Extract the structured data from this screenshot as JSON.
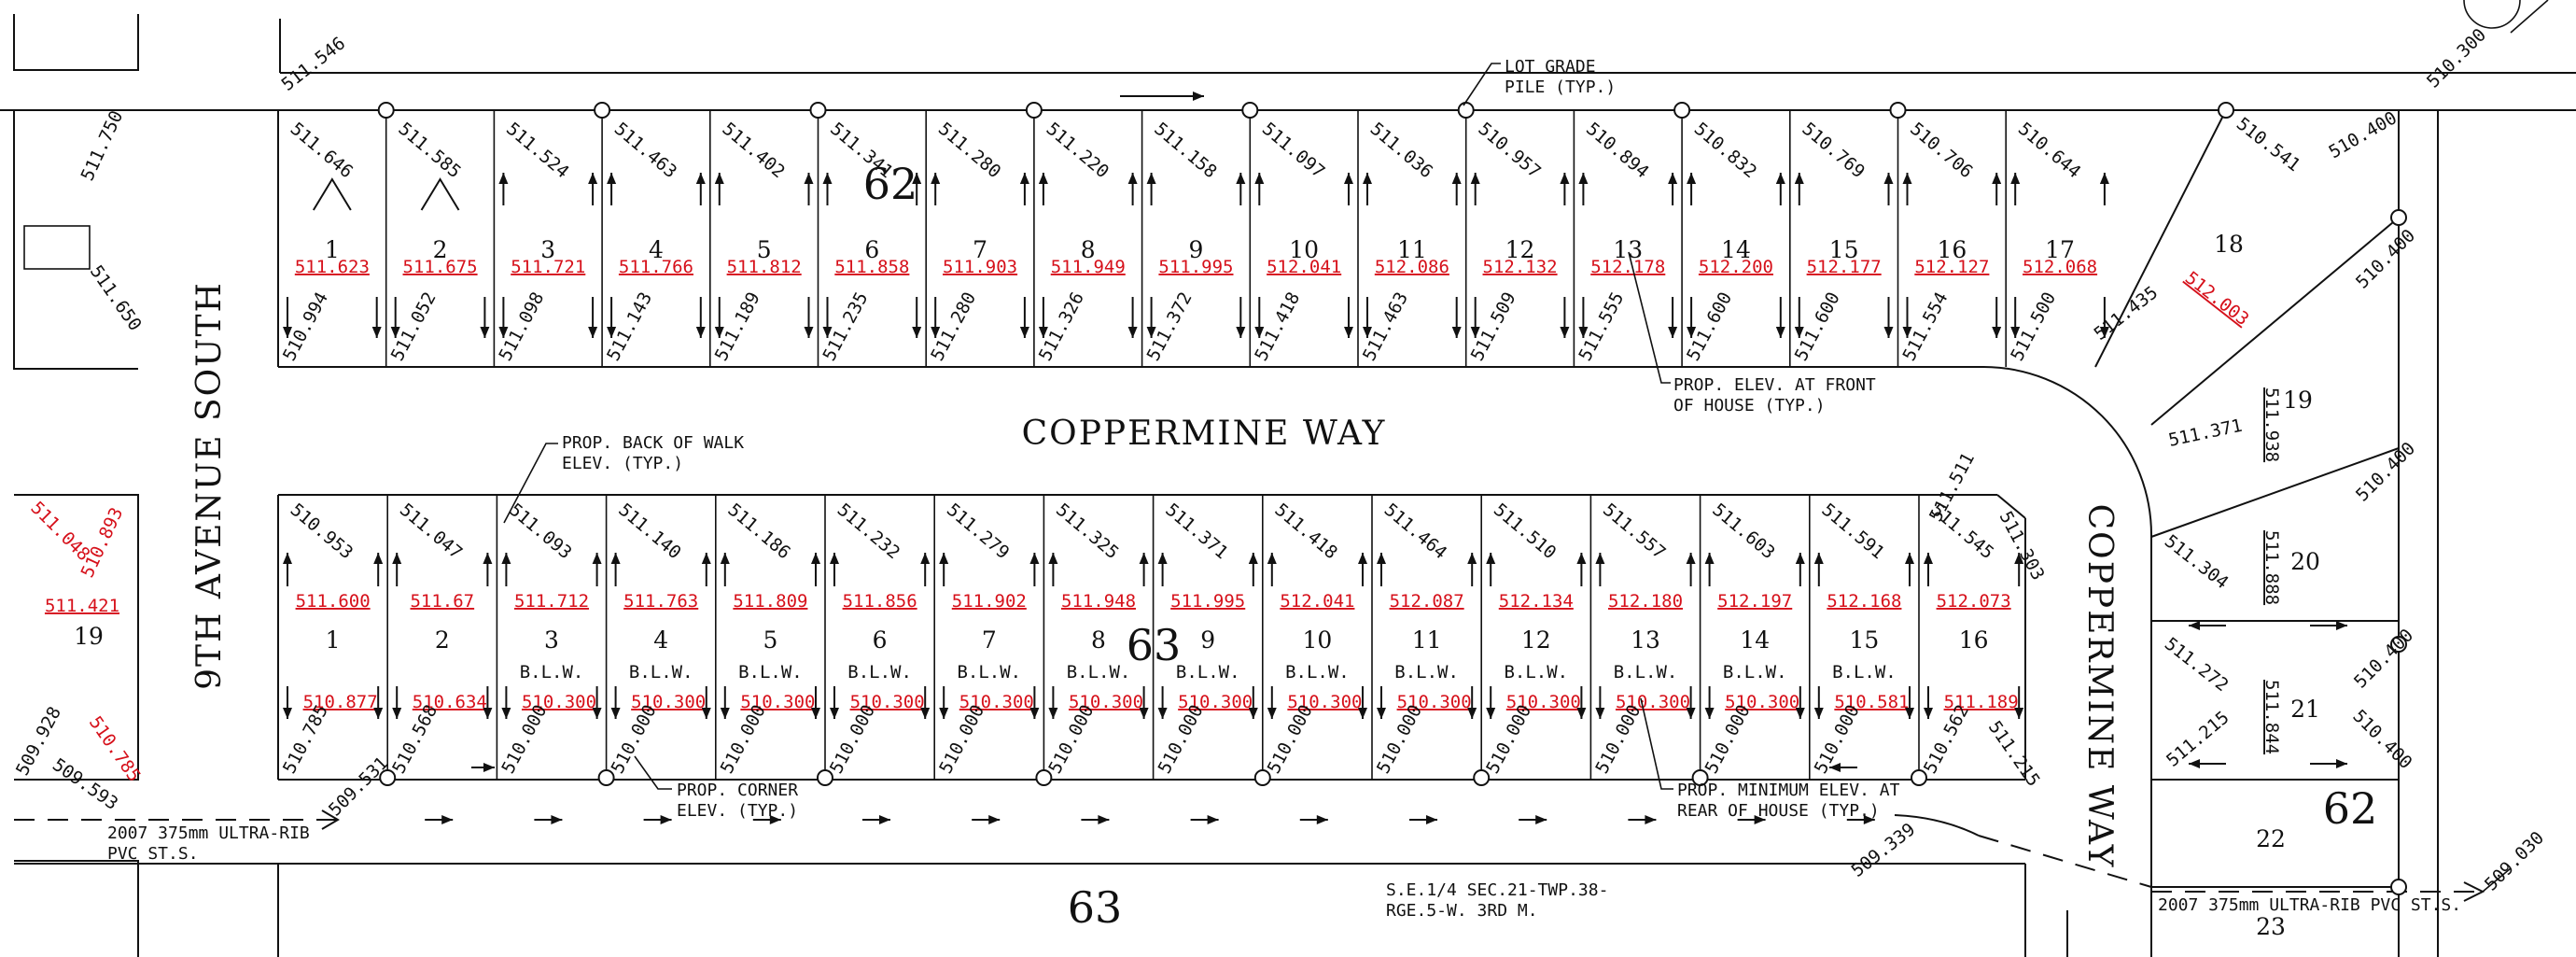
{
  "streets": {
    "ninth_avenue": "9TH AVENUE SOUTH",
    "coppermine_main": "COPPERMINE WAY",
    "coppermine_east": "COPPERMINE WAY"
  },
  "blocks": {
    "block_62_north": "62",
    "block_63_south": "63",
    "block_63_bottom": "63",
    "block_62_east": "62"
  },
  "notes": {
    "lot_grade_pile": "LOT GRADE\nPILE (TYP.)",
    "prop_elev_front": "PROP. ELEV. AT FRONT\nOF HOUSE (TYP.)",
    "prop_back_walk": "PROP. BACK OF WALK\nELEV. (TYP.)",
    "prop_corner": "PROP. CORNER\nELEV. (TYP.)",
    "prop_min_rear": "PROP. MINIMUM ELEV. AT\nREAR OF HOUSE (TYP.)",
    "pipe_west": "2007 375mm ULTRA-RIB\nPVC ST.S.",
    "pipe_east": "2007 375mm ULTRA-RIB PVC ST.S.",
    "legal": "S.E.1/4 SEC.21-TWP.38-\nRGE.5-W. 3RD M."
  },
  "north_row": {
    "lots": [
      {
        "num": "1",
        "house": "511.623",
        "front_left": "511.646",
        "rear_left": "510.994"
      },
      {
        "num": "2",
        "house": "511.675",
        "front_left": "511.585",
        "rear_left": "511.052"
      },
      {
        "num": "3",
        "house": "511.721",
        "front_left": "511.524",
        "rear_left": "511.098"
      },
      {
        "num": "4",
        "house": "511.766",
        "front_left": "511.463",
        "rear_left": "511.143"
      },
      {
        "num": "5",
        "house": "511.812",
        "front_left": "511.402",
        "rear_left": "511.189"
      },
      {
        "num": "6",
        "house": "511.858",
        "front_left": "511.341",
        "rear_left": "511.235"
      },
      {
        "num": "7",
        "house": "511.903",
        "front_left": "511.280",
        "rear_left": "511.280"
      },
      {
        "num": "8",
        "house": "511.949",
        "front_left": "511.220",
        "rear_left": "511.326"
      },
      {
        "num": "9",
        "house": "511.995",
        "front_left": "511.158",
        "rear_left": "511.372"
      },
      {
        "num": "10",
        "house": "512.041",
        "front_left": "511.097",
        "rear_left": "511.418"
      },
      {
        "num": "11",
        "house": "512.086",
        "front_left": "511.036",
        "rear_left": "511.463"
      },
      {
        "num": "12",
        "house": "512.132",
        "front_left": "510.957",
        "rear_left": "511.509"
      },
      {
        "num": "13",
        "house": "512.178",
        "front_left": "510.894",
        "rear_left": "511.555"
      },
      {
        "num": "14",
        "house": "512.200",
        "front_left": "510.832",
        "rear_left": "511.600"
      },
      {
        "num": "15",
        "house": "512.177",
        "front_left": "510.769",
        "rear_left": "511.600"
      },
      {
        "num": "16",
        "house": "512.127",
        "front_left": "510.706",
        "rear_left": "511.554"
      },
      {
        "num": "17",
        "house": "512.068",
        "front_left": "510.644",
        "rear_left": "511.500"
      }
    ]
  },
  "south_row": {
    "lots": [
      {
        "num": "1",
        "front": "511.600",
        "rear": "510.877",
        "walk": "510.953",
        "corner": "510.785",
        "blw": ""
      },
      {
        "num": "2",
        "front": "511.67",
        "rear": "510.634",
        "walk": "511.047",
        "corner": "510.568",
        "blw": ""
      },
      {
        "num": "3",
        "front": "511.712",
        "rear": "510.300",
        "walk": "511.093",
        "corner": "510.000",
        "blw": "B.L.W."
      },
      {
        "num": "4",
        "front": "511.763",
        "rear": "510.300",
        "walk": "511.140",
        "corner": "510.000",
        "blw": "B.L.W."
      },
      {
        "num": "5",
        "front": "511.809",
        "rear": "510.300",
        "walk": "511.186",
        "corner": "510.000",
        "blw": "B.L.W."
      },
      {
        "num": "6",
        "front": "511.856",
        "rear": "510.300",
        "walk": "511.232",
        "corner": "510.000",
        "blw": "B.L.W."
      },
      {
        "num": "7",
        "front": "511.902",
        "rear": "510.300",
        "walk": "511.279",
        "corner": "510.000",
        "blw": "B.L.W."
      },
      {
        "num": "8",
        "front": "511.948",
        "rear": "510.300",
        "walk": "511.325",
        "corner": "510.000",
        "blw": "B.L.W."
      },
      {
        "num": "9",
        "front": "511.995",
        "rear": "510.300",
        "walk": "511.371",
        "corner": "510.000",
        "blw": "B.L.W."
      },
      {
        "num": "10",
        "front": "512.041",
        "rear": "510.300",
        "walk": "511.418",
        "corner": "510.000",
        "blw": "B.L.W."
      },
      {
        "num": "11",
        "front": "512.087",
        "rear": "510.300",
        "walk": "511.464",
        "corner": "510.000",
        "blw": "B.L.W."
      },
      {
        "num": "12",
        "front": "512.134",
        "rear": "510.300",
        "walk": "511.510",
        "corner": "510.000",
        "blw": "B.L.W."
      },
      {
        "num": "13",
        "front": "512.180",
        "rear": "510.300",
        "walk": "511.557",
        "corner": "510.000",
        "blw": "B.L.W."
      },
      {
        "num": "14",
        "front": "512.197",
        "rear": "510.300",
        "walk": "511.603",
        "corner": "510.000",
        "blw": "B.L.W."
      },
      {
        "num": "15",
        "front": "512.168",
        "rear": "510.581",
        "walk": "511.591",
        "corner": "510.000",
        "blw": "B.L.W."
      },
      {
        "num": "16",
        "front": "512.073",
        "rear": "511.189",
        "walk": "511.545",
        "corner": "510.562",
        "blw": ""
      }
    ],
    "lot16_extra": [
      "511.511",
      "511.303",
      "511.215"
    ]
  },
  "east_lots": {
    "lot18": {
      "num": "18",
      "house": "512.003",
      "e1": "510.541",
      "e2": "510.400",
      "e3": "511.435"
    },
    "lot19": {
      "num": "19",
      "house": "511.938",
      "e1": "510.400",
      "e2": "511.371"
    },
    "lot20": {
      "num": "20",
      "house": "511.888",
      "e1": "510.400",
      "e2": "511.304"
    },
    "lot21": {
      "num": "21",
      "house": "511.844",
      "e1": "510.400",
      "e2": "510.400",
      "e3": "511.272",
      "e4": "511.215"
    },
    "lot22": {
      "num": "22"
    },
    "lot23": {
      "num": "23"
    }
  },
  "west_block": {
    "elev_top": "511.750",
    "elev_mid": "511.650",
    "lot19": {
      "num": "19",
      "house": "511.421",
      "r1": "511.048",
      "r2": "510.893",
      "r3": "510.785",
      "e1": "509.928",
      "e2": "509.593"
    }
  },
  "edge_elevs": {
    "nw": "511.546",
    "ne": "510.300",
    "pipe_w": "509.531",
    "pipe_mid": "509.339",
    "pipe_e": "509.030"
  }
}
